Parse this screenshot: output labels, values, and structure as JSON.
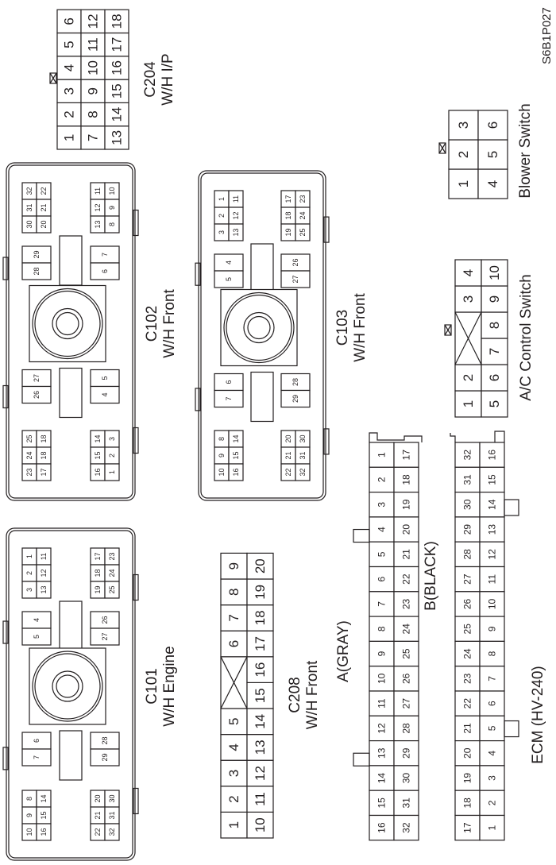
{
  "figure_code": "S6B1P027",
  "connectors": {
    "c204": {
      "name": "C204",
      "desc": "W/H I/P",
      "pin_rows": [
        [
          "1",
          "2",
          "3",
          "4",
          "5",
          "6"
        ],
        [
          "7",
          "8",
          "9",
          "10",
          "11",
          "12"
        ],
        [
          "13",
          "14",
          "15",
          "16",
          "17",
          "18"
        ]
      ]
    },
    "c102": {
      "name": "C102",
      "desc": "W/H Front",
      "blocks": {
        "b_top_left": [
          [
            "32",
            "31",
            "30"
          ],
          [
            "22",
            "21",
            "20"
          ]
        ],
        "b_top_right": [
          [
            "11",
            "12",
            "13"
          ],
          [
            "10",
            "9",
            "8"
          ]
        ],
        "b_mid_tl": [
          "29",
          "28"
        ],
        "b_mid_tr": [
          "7",
          "6"
        ],
        "b_mid_bl": [
          "27",
          "26"
        ],
        "b_mid_br": [
          "5",
          "4"
        ],
        "b_bot_left": [
          [
            "25",
            "24",
            "23"
          ],
          [
            "18",
            "18",
            "17"
          ]
        ],
        "b_bot_right": [
          [
            "14",
            "15",
            "16"
          ],
          [
            "3",
            "2",
            "1"
          ]
        ]
      }
    },
    "c103": {
      "name": "C103",
      "desc": "W/H Front",
      "blocks": {
        "b_top_left": [
          [
            "1",
            "2",
            "3"
          ],
          [
            "11",
            "12",
            "13"
          ]
        ],
        "b_top_right": [
          [
            "17",
            "18",
            "19"
          ],
          [
            "23",
            "24",
            "25"
          ]
        ],
        "b_mid_tl": [
          "4",
          "5"
        ],
        "b_mid_tr": [
          "26",
          "27"
        ],
        "b_mid_bl": [
          "6",
          "7"
        ],
        "b_mid_br": [
          "28",
          "29"
        ],
        "b_bot_left": [
          [
            "8",
            "9",
            "10"
          ],
          [
            "14",
            "15",
            "16"
          ]
        ],
        "b_bot_right": [
          [
            "20",
            "21",
            "22"
          ],
          [
            "30",
            "31",
            "32"
          ]
        ]
      }
    },
    "c101": {
      "name": "C101",
      "desc": "W/H Engine",
      "blocks": {
        "b_top_left": [
          [
            "1",
            "2",
            "3"
          ],
          [
            "11",
            "12",
            "13"
          ]
        ],
        "b_top_right": [
          [
            "17",
            "18",
            "19"
          ],
          [
            "23",
            "24",
            "25"
          ]
        ],
        "b_mid_tl": [
          "4",
          "5"
        ],
        "b_mid_tr": [
          "26",
          "27"
        ],
        "b_mid_bl": [
          "6",
          "7"
        ],
        "b_mid_br": [
          "28",
          "29"
        ],
        "b_bot_left": [
          [
            "8",
            "9",
            "10"
          ],
          [
            "14",
            "15",
            "16"
          ]
        ],
        "b_bot_right": [
          [
            "20",
            "21",
            "22"
          ],
          [
            "30",
            "31",
            "32"
          ]
        ]
      }
    },
    "c208": {
      "name": "C208",
      "desc": "W/H Front",
      "row1": [
        "1",
        "2",
        "3",
        "4",
        "5",
        "",
        "6",
        "7",
        "8",
        "9"
      ],
      "row2": [
        "10",
        "11",
        "12",
        "13",
        "14",
        "15",
        "16",
        "17",
        "18",
        "19",
        "20"
      ]
    },
    "ecm": {
      "name": "ECM (HV-240)",
      "a_label": "A(GRAY)",
      "a_row1": [
        "1",
        "2",
        "3",
        "4",
        "5",
        "6",
        "7",
        "8",
        "9",
        "10",
        "11",
        "12",
        "13",
        "14",
        "15",
        "16"
      ],
      "a_row2": [
        "17",
        "18",
        "19",
        "20",
        "21",
        "22",
        "23",
        "24",
        "25",
        "26",
        "27",
        "28",
        "29",
        "30",
        "31",
        "32"
      ],
      "b_label": "B(BLACK)",
      "b_row1": [
        "32",
        "31",
        "30",
        "29",
        "28",
        "27",
        "26",
        "25",
        "24",
        "23",
        "22",
        "21",
        "20",
        "19",
        "18",
        "17"
      ],
      "b_row2": [
        "16",
        "15",
        "14",
        "13",
        "12",
        "11",
        "10",
        "9",
        "8",
        "7",
        "6",
        "5",
        "4",
        "3",
        "2",
        "1"
      ]
    },
    "ac_switch": {
      "name": "A/C Control Switch",
      "row1": [
        "1",
        "2",
        "",
        "3",
        "4"
      ],
      "row2": [
        "5",
        "6",
        "7",
        "8",
        "9",
        "10"
      ]
    },
    "blower_switch": {
      "name": "Blower Switch",
      "row1": [
        "1",
        "2",
        "3"
      ],
      "row2": [
        "4",
        "5",
        "6"
      ]
    }
  }
}
